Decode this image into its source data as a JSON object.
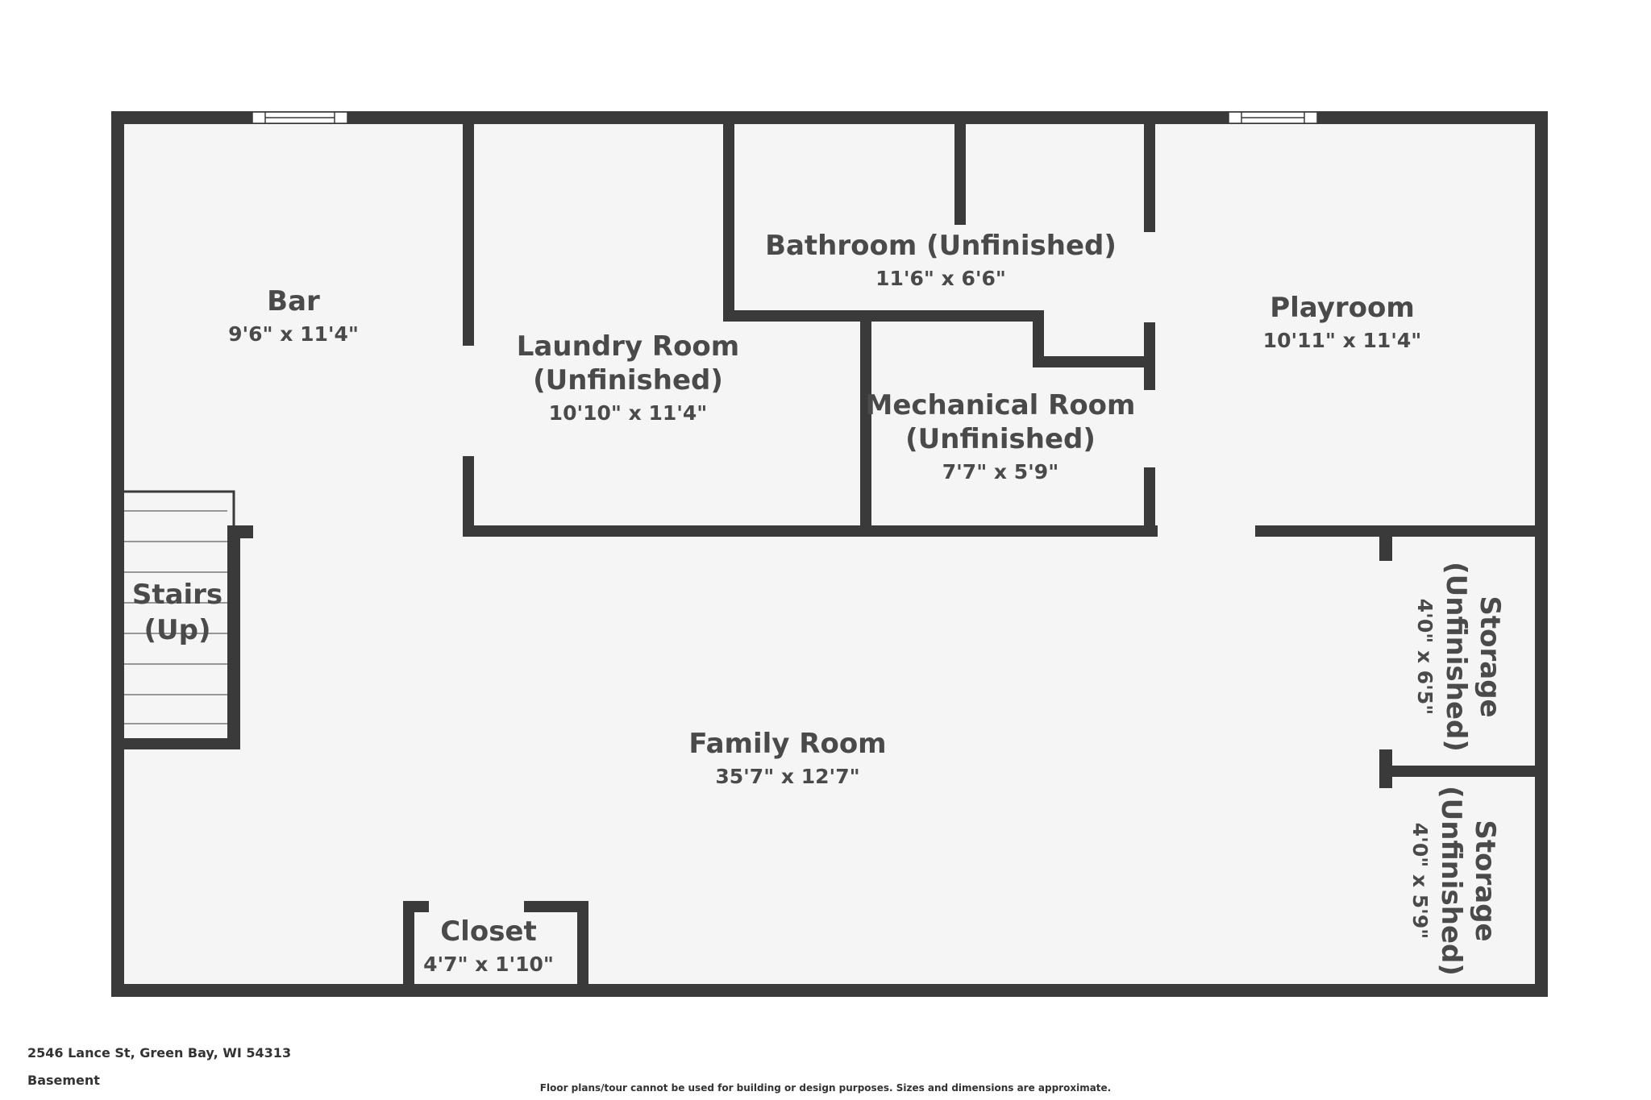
{
  "rooms": {
    "bar": {
      "name": "Bar",
      "dims": "9'6\" x 11'4\""
    },
    "laundry": {
      "name_line1": "Laundry Room",
      "name_line2": "(Unfinished)",
      "dims": "10'10\" x 11'4\""
    },
    "bathroom": {
      "name": "Bathroom (Unfinished)",
      "dims": "11'6\" x 6'6\""
    },
    "playroom": {
      "name": "Playroom",
      "dims": "10'11\" x 11'4\""
    },
    "mechanical": {
      "name_line1": "Mechanical Room",
      "name_line2": "(Unfinished)",
      "dims": "7'7\" x 5'9\""
    },
    "stairs": {
      "name_line1": "Stairs",
      "name_line2": "(Up)"
    },
    "family": {
      "name": "Family Room",
      "dims": "35'7\" x 12'7\""
    },
    "closet": {
      "name": "Closet",
      "dims": "4'7\" x 1'10\""
    },
    "storage_upper": {
      "name_line1": "Storage",
      "name_line2": "(Unfinished)",
      "dims": "4'0\" x 6'5\""
    },
    "storage_lower": {
      "name_line1": "Storage",
      "name_line2": "(Unfinished)",
      "dims": "4'0\" x 5'9\""
    }
  },
  "footer": {
    "address": "2546 Lance St, Green Bay, WI 54313",
    "floor": "Basement",
    "disclaimer": "Floor plans/tour cannot be used for building or design purposes. Sizes and dimensions are approximate."
  },
  "colors": {
    "wall": "#3a3a3a",
    "floor": "#f5f5f5",
    "text": "#4a4a4a",
    "window": "#ffffff"
  }
}
